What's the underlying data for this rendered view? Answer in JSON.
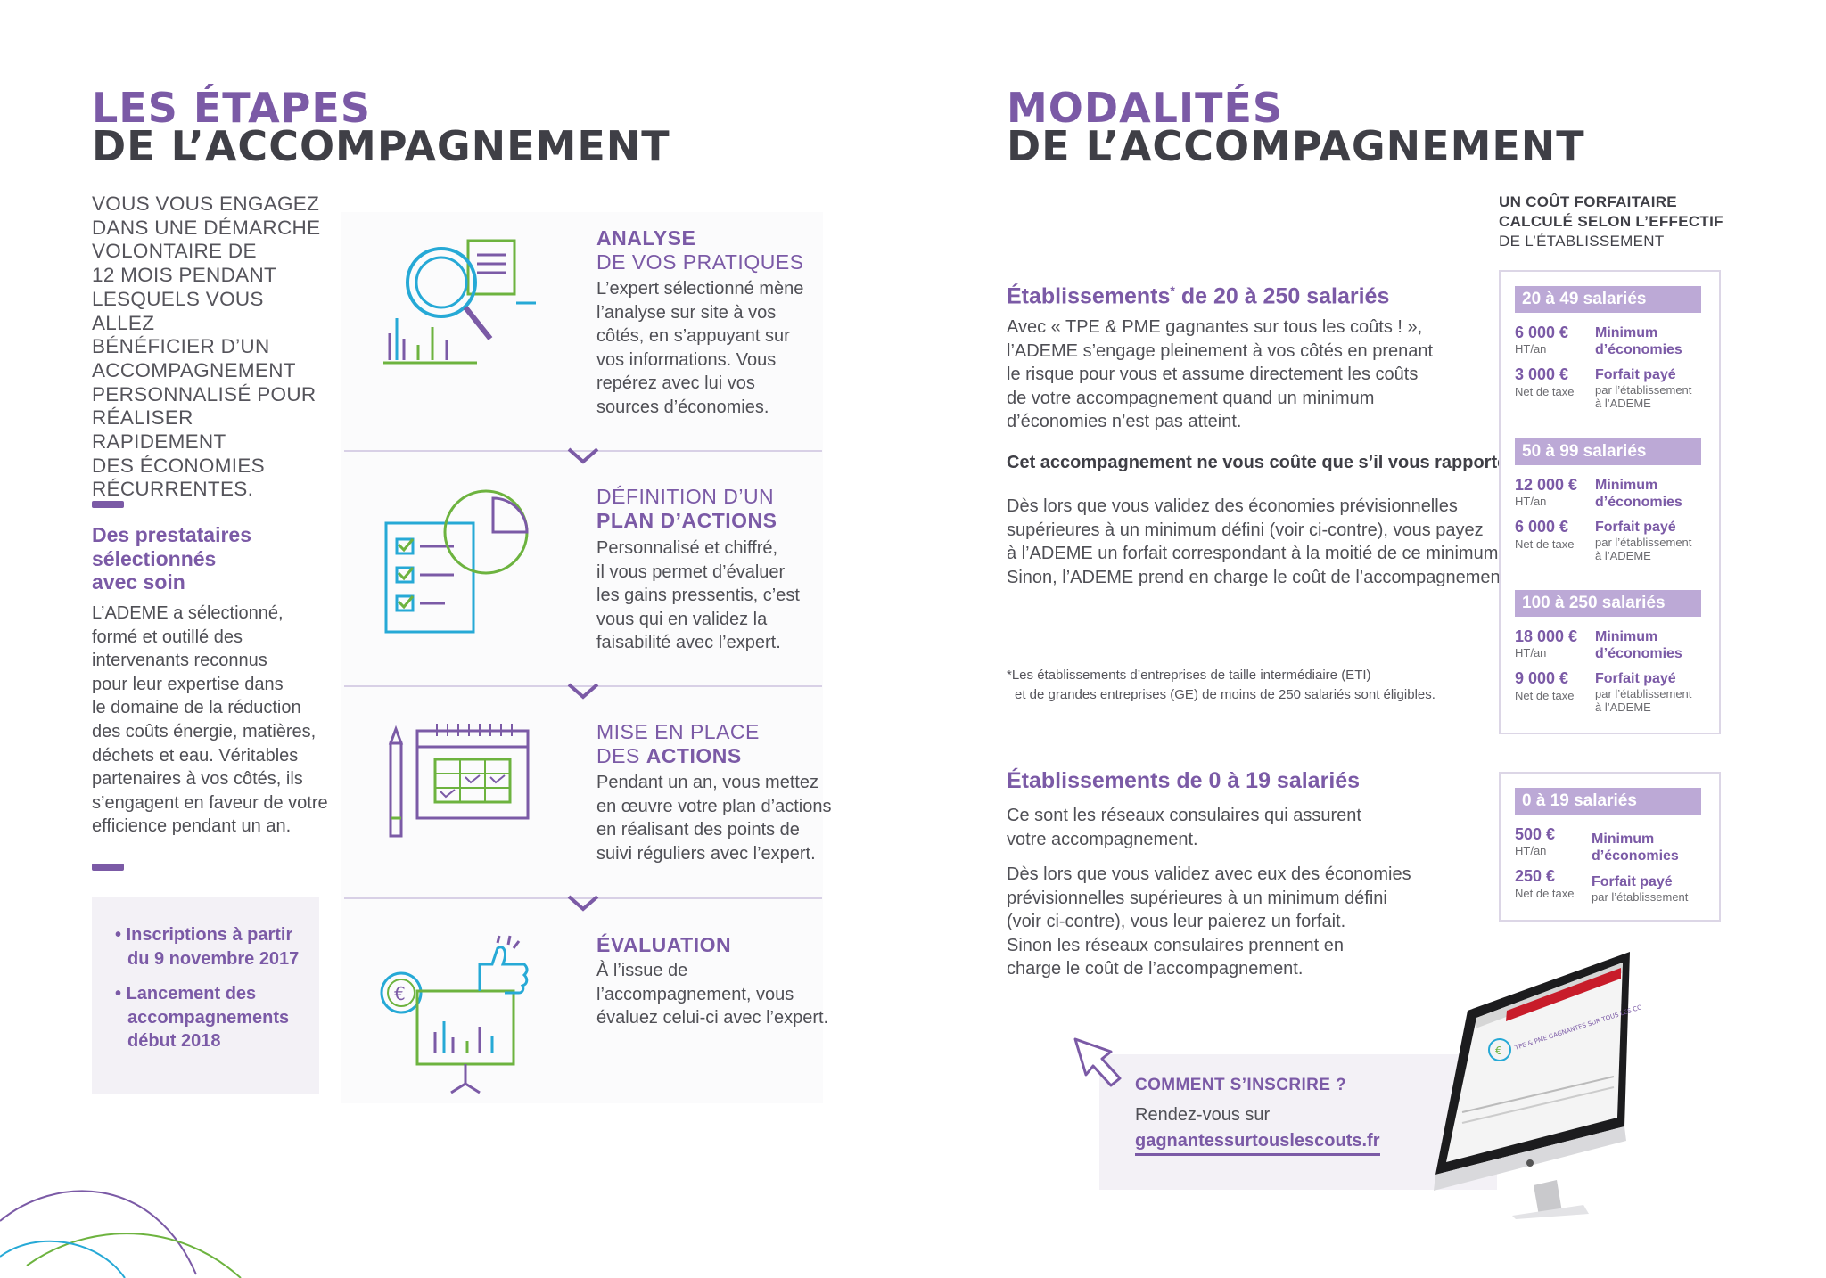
{
  "left": {
    "title_line1": "LES ÉTAPES",
    "title_line2": "DE L’ACCOMPAGNEMENT",
    "intro_lines": [
      "VOUS VOUS ENGAGEZ",
      "DANS UNE DÉMARCHE",
      "VOLONTAIRE DE",
      "12 MOIS PENDANT",
      "LESQUELS VOUS ALLEZ",
      "BÉNÉFICIER D’UN",
      "ACCOMPAGNEMENT",
      "PERSONNALISÉ POUR",
      "RÉALISER RAPIDEMENT",
      "DES ÉCONOMIES",
      "RÉCURRENTES."
    ],
    "providers_title_lines": [
      "Des prestataires",
      "sélectionnés",
      "avec soin"
    ],
    "providers_text_lines": [
      "L’ADEME a sélectionné,",
      "formé et outillé des",
      "intervenants reconnus",
      "pour leur expertise dans",
      "le domaine de la réduction",
      "des coûts énergie, matières,",
      "déchets et eau. Véritables",
      "partenaires à vos côtés, ils",
      "s’engagent en faveur de votre",
      "efficience pendant un an."
    ],
    "notes": [
      {
        "lines": [
          "Inscriptions à partir",
          "du 9 novembre 2017"
        ]
      },
      {
        "lines": [
          "Lancement des",
          "accompagnements",
          "début 2018"
        ]
      }
    ]
  },
  "steps": [
    {
      "t1": "ANALYSE",
      "t2": "DE VOS PRATIQUES",
      "t1_bold": true,
      "lines": [
        "L’expert sélectionné mène",
        "l’analyse sur site à vos",
        "côtés, en s’appuyant sur",
        "vos informations. Vous",
        "repérez avec lui vos",
        "sources d’économies."
      ],
      "icon": "magnifier-document-icon"
    },
    {
      "t1": "DÉFINITION D’UN",
      "t2": "PLAN D’ACTIONS",
      "t1_bold": false,
      "lines": [
        "Personnalisé et chiffré,",
        "il vous permet d’évaluer",
        "les gains pressentis, c’est",
        "vous qui en validez la",
        "faisabilité avec l’expert."
      ],
      "icon": "checklist-pie-icon"
    },
    {
      "t1": "MISE EN PLACE",
      "t2_pre": "DES ",
      "t2": "ACTIONS",
      "t1_bold": false,
      "lines": [
        "Pendant un an, vous mettez",
        "en œuvre votre plan d’actions",
        "en réalisant des points de",
        "suivi réguliers avec l’expert."
      ],
      "icon": "calendar-pencil-icon"
    },
    {
      "t1": "ÉVALUATION",
      "t2": "",
      "t1_bold": true,
      "lines": [
        "À l’issue de",
        "l’accompagnement, vous",
        "évaluez celui-ci avec l’expert."
      ],
      "icon": "thumbs-up-euro-icon"
    }
  ],
  "right": {
    "title_line1": "MODALITÉS",
    "title_line2": "DE L’ACCOMPAGNEMENT",
    "cost_header_lines": [
      "UN COÛT FORFAITAIRE",
      "CALCULÉ SELON L’EFFECTIF",
      "DE L’ÉTABLISSEMENT"
    ],
    "sec1_title": "Établissements",
    "sec1_star": "*",
    "sec1_title_rest": " de 20 à 250 salariés",
    "sec1_p1_lines": [
      "Avec « TPE & PME gagnantes sur tous les coûts ! »,",
      "l’ADEME s’engage pleinement à vos côtés en prenant",
      "le risque pour vous et assume directement les coûts",
      "de votre accompagnement quand un minimum",
      "d’économies n’est pas atteint."
    ],
    "sec1_bold": "Cet accompagnement ne vous coûte que s’il vous rapporte !",
    "sec1_p2_lines": [
      "Dès lors que vous validez des économies prévisionnelles",
      "supérieures à un minimum défini (voir ci-contre), vous payez",
      "à l’ADEME un forfait correspondant à la moitié de ce minimum.",
      "Sinon, l’ADEME prend en charge le coût de l’accompagnement."
    ],
    "footnote_lines": [
      "*Les établissements d’entreprises de taille intermédiaire (ETI)",
      "et de grandes entreprises (GE) de moins de 250 salariés sont éligibles."
    ],
    "sec2_title": "Établissements de 0 à 19 salariés",
    "sec2_p1_lines": [
      "Ce sont les réseaux consulaires qui assurent",
      "votre accompagnement."
    ],
    "sec2_p2_lines": [
      "Dès lors que vous validez avec eux des économies",
      "prévisionnelles supérieures à un minimum défini",
      "(voir ci-contre), vous leur paierez un forfait.",
      "Sinon les réseaux consulaires prennent en",
      "charge le coût de l’accompagnement."
    ],
    "pricing": [
      {
        "bar": "20 à 49 salariés",
        "min_amt": "6 000 €",
        "min_unit": "HT/an",
        "min_label_lines": [
          "Minimum",
          "d’économies"
        ],
        "fee_amt": "3 000 €",
        "fee_unit": "Net de taxe",
        "fee_label": "Forfait payé",
        "fee_sub_lines": [
          "par l’établissement",
          "à l’ADEME"
        ]
      },
      {
        "bar": "50 à 99 salariés",
        "min_amt": "12 000 €",
        "min_unit": "HT/an",
        "min_label_lines": [
          "Minimum",
          "d’économies"
        ],
        "fee_amt": "6 000 €",
        "fee_unit": "Net de taxe",
        "fee_label": "Forfait payé",
        "fee_sub_lines": [
          "par l’établissement",
          "à l’ADEME"
        ]
      },
      {
        "bar": "100 à 250 salariés",
        "min_amt": "18 000 €",
        "min_unit": "HT/an",
        "min_label_lines": [
          "Minimum",
          "d’économies"
        ],
        "fee_amt": "9 000 €",
        "fee_unit": "Net de taxe",
        "fee_label": "Forfait payé",
        "fee_sub_lines": [
          "par l’établissement",
          "à l’ADEME"
        ]
      }
    ],
    "pricing_small": {
      "bar": "0 à 19 salariés",
      "min_amt": "500 €",
      "min_unit": "HT/an",
      "min_label_lines": [
        "Minimum",
        "d’économies"
      ],
      "fee_amt": "250 €",
      "fee_unit": "Net de taxe",
      "fee_label": "Forfait payé",
      "fee_sub": "par l’établissement"
    },
    "signup_title": "COMMENT S’INSCRIRE ?",
    "signup_text": "Rendez-vous sur",
    "signup_link": "gagnantessurtouslescouts.fr",
    "monitor_screen_text": "TPE & PME GAGNANTES SUR TOUS LES COÛTS !"
  },
  "colors": {
    "purple": "#7b5aa6",
    "green": "#6db33f",
    "blue": "#26a9d6",
    "light_purple": "#bca9d6"
  }
}
